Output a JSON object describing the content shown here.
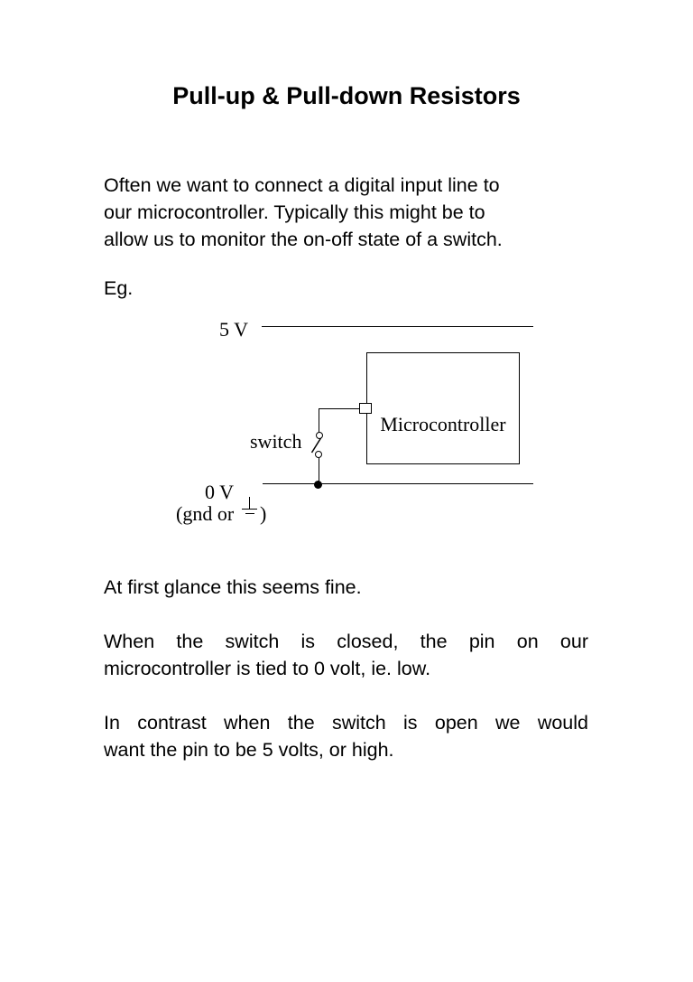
{
  "page": {
    "background_color": "#ffffff",
    "text_color": "#000000"
  },
  "title": "Pull-up & Pull-down Resistors",
  "paragraphs": {
    "p1": {
      "lines": [
        "Often we want to connect a digital input line to",
        "our microcontroller. Typically this might be to",
        "allow us to monitor the on-off state of a switch."
      ]
    },
    "eg": "Eg.",
    "p2": {
      "lines": [
        "At first glance this seems fine."
      ]
    },
    "p3": {
      "lines": [
        "When the switch is closed, the pin on our",
        "microcontroller is tied to 0 volt, ie. low."
      ]
    },
    "p4": {
      "lines": [
        "In contrast when the switch is open we would",
        "want the pin to be 5 volts, or high."
      ]
    }
  },
  "diagram": {
    "supply_label": "5 V",
    "ground_label": "0 V",
    "ground_sublabel_open": "(gnd or",
    "ground_sublabel_close": ")",
    "ground_symbol_icon": "earth-ground-icon",
    "switch_label": "switch",
    "mcu_label": "Microcontroller",
    "line_color": "#000000"
  }
}
